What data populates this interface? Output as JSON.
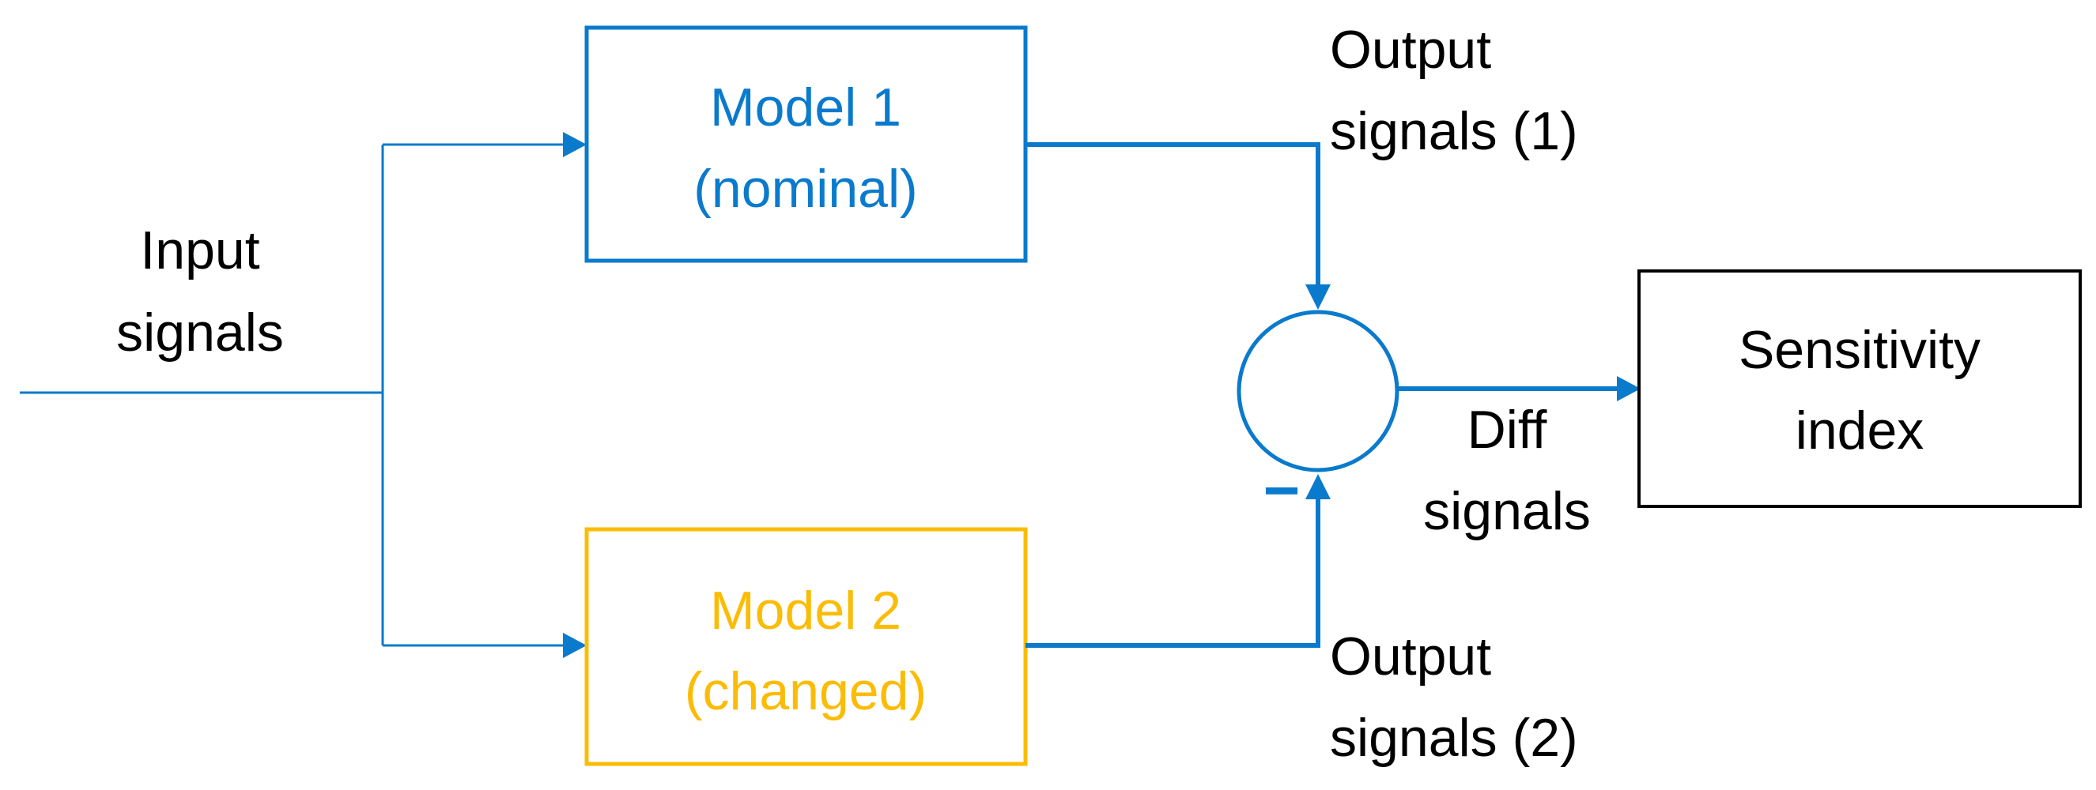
{
  "colors": {
    "blue": "#0a7acc",
    "yellow": "#fbbc05",
    "black": "#000000",
    "background": "#ffffff"
  },
  "labels": {
    "input_line1": "Input",
    "input_line2": "signals",
    "output1_line1": "Output",
    "output1_line2": "signals (1)",
    "output2_line1": "Output",
    "output2_line2": "signals (2)",
    "diff_line1": "Diff",
    "diff_line2": "signals",
    "minus_sign": "−"
  },
  "blocks": {
    "model1": {
      "line1": "Model 1",
      "line2": "(nominal)"
    },
    "model2": {
      "line1": "Model 2",
      "line2": "(changed)"
    },
    "sensitivity": {
      "line1": "Sensitivity",
      "line2": "index"
    }
  }
}
